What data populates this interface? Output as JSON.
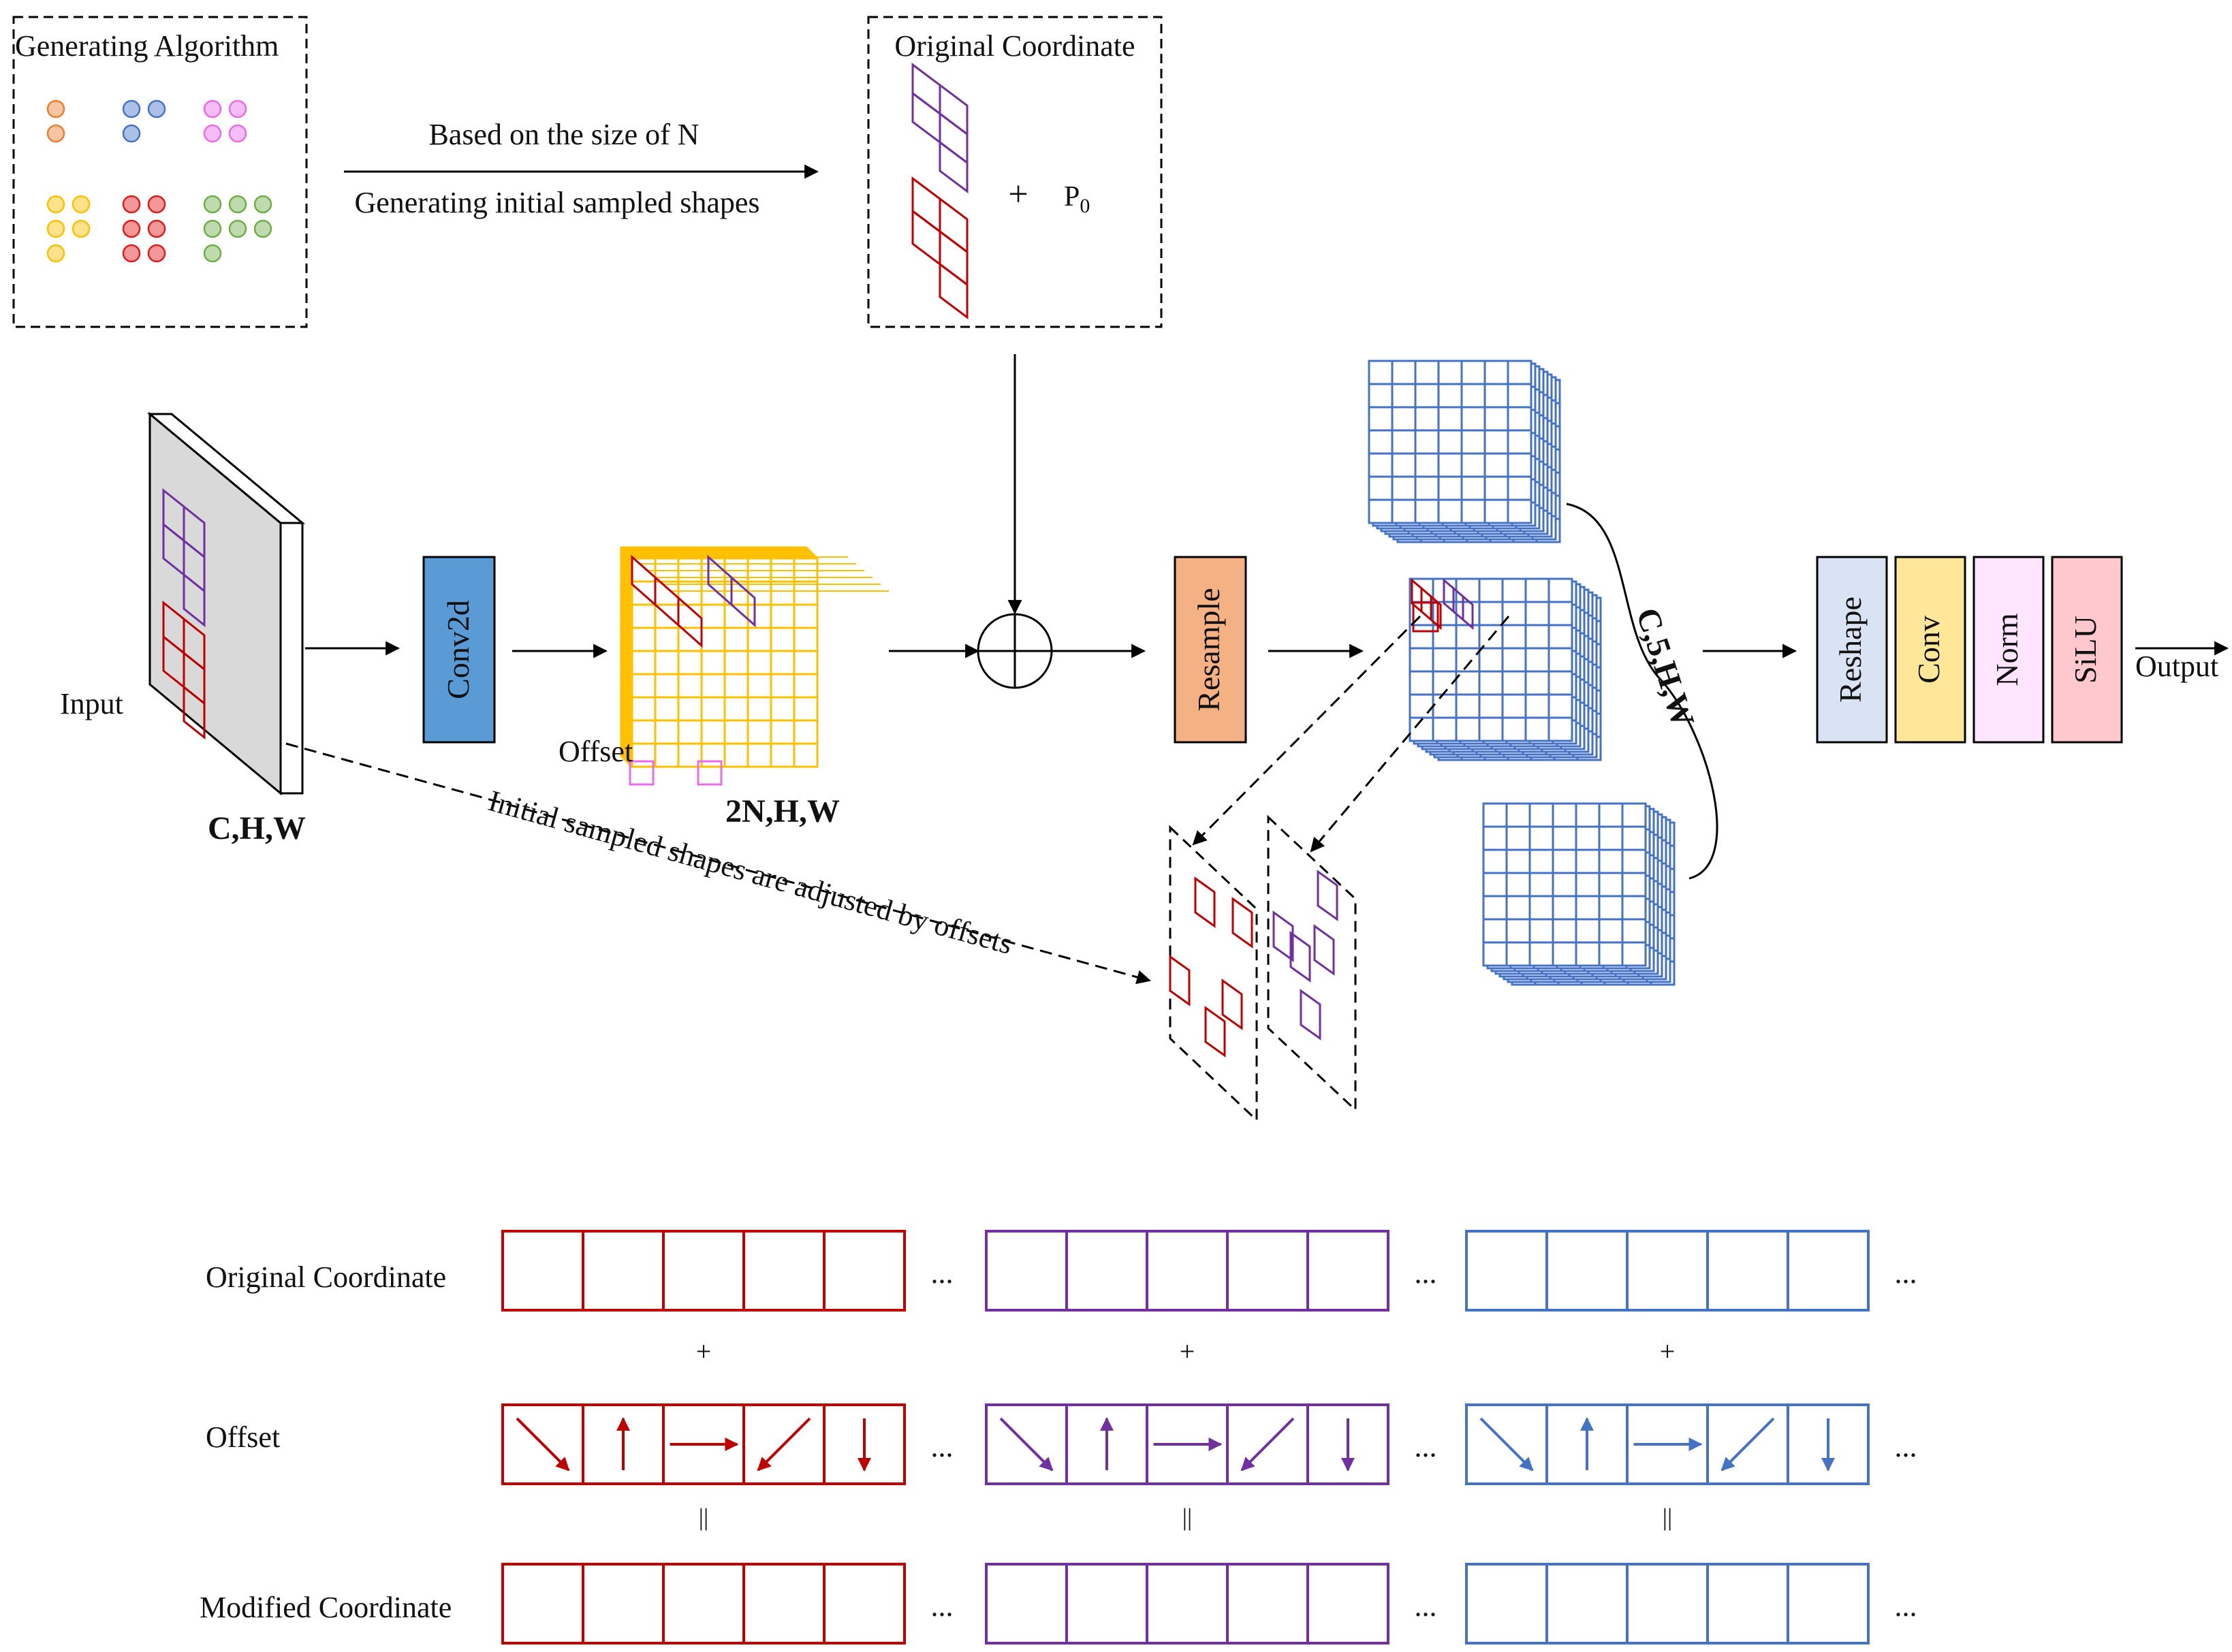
{
  "colors": {
    "red": "#c00000",
    "purple": "#7030a0",
    "blue": "#4472c4",
    "yellow": "#ffc000",
    "orange": "#ed7d31",
    "conv2d_fill": "#5b9bd5",
    "resample_fill": "#f4b183",
    "reshape_fill": "#dae3f3",
    "conv_fill": "#ffe699",
    "norm_fill": "#ffe5ff",
    "silu_fill": "#ffc7ce"
  },
  "top": {
    "generating_title": "Generating Algorithm",
    "arrow_label_top": "Based on the size of N",
    "arrow_label_bottom": "Generating initial sampled shapes",
    "original_title": "Original Coordinate",
    "plus": "+",
    "p0_base": "P",
    "p0_sub": "0"
  },
  "middle": {
    "input_label": "Input",
    "input_dims": "C,H,W",
    "conv2d": "Conv2d",
    "offset_label": "Offset",
    "offset_dims": "2N,H,W",
    "resample": "Resample",
    "resampled_dims": "C,5,H,W",
    "dashed_label": "Initial sampled shapes are adjusted by offsets",
    "reshape": "Reshape",
    "conv": "Conv",
    "norm": "Norm",
    "silu": "SiLU",
    "output_label": "Output"
  },
  "bottom": {
    "row1_label": "Original Coordinate",
    "row2_label": "Offset",
    "row3_label": "Modified Coordinate",
    "ellipsis": "...",
    "plus": "+",
    "equals": "||",
    "arrow_directions": [
      "down-right",
      "up",
      "right",
      "down-left",
      "down"
    ]
  }
}
